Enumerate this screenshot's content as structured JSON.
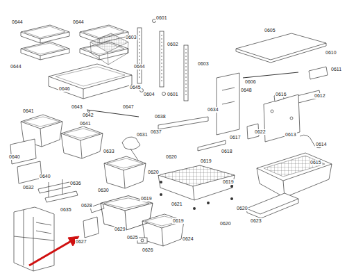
{
  "diagram": {
    "labels": [
      "0644",
      "0644",
      "0601",
      "0603",
      "0605",
      "0602",
      "0610",
      "0644",
      "0644",
      "0603",
      "0611",
      "0606",
      "0646",
      "0645",
      "0604",
      "0601",
      "0648",
      "0612",
      "0616",
      "0643",
      "0634",
      "0641",
      "0642",
      "0647",
      "0638",
      "0622",
      "0613",
      "0641",
      "0637",
      "0631",
      "0617",
      "0614",
      "0633",
      "0618",
      "0640",
      "0620",
      "0619",
      "0615",
      "0620",
      "0640",
      "0636",
      "0619",
      "0632",
      "0630",
      "0619",
      "0621",
      "0620",
      "0628",
      "0635",
      "0623",
      "0629",
      "0619",
      "0620",
      "0625",
      "0624",
      "0627",
      "0626"
    ]
  }
}
